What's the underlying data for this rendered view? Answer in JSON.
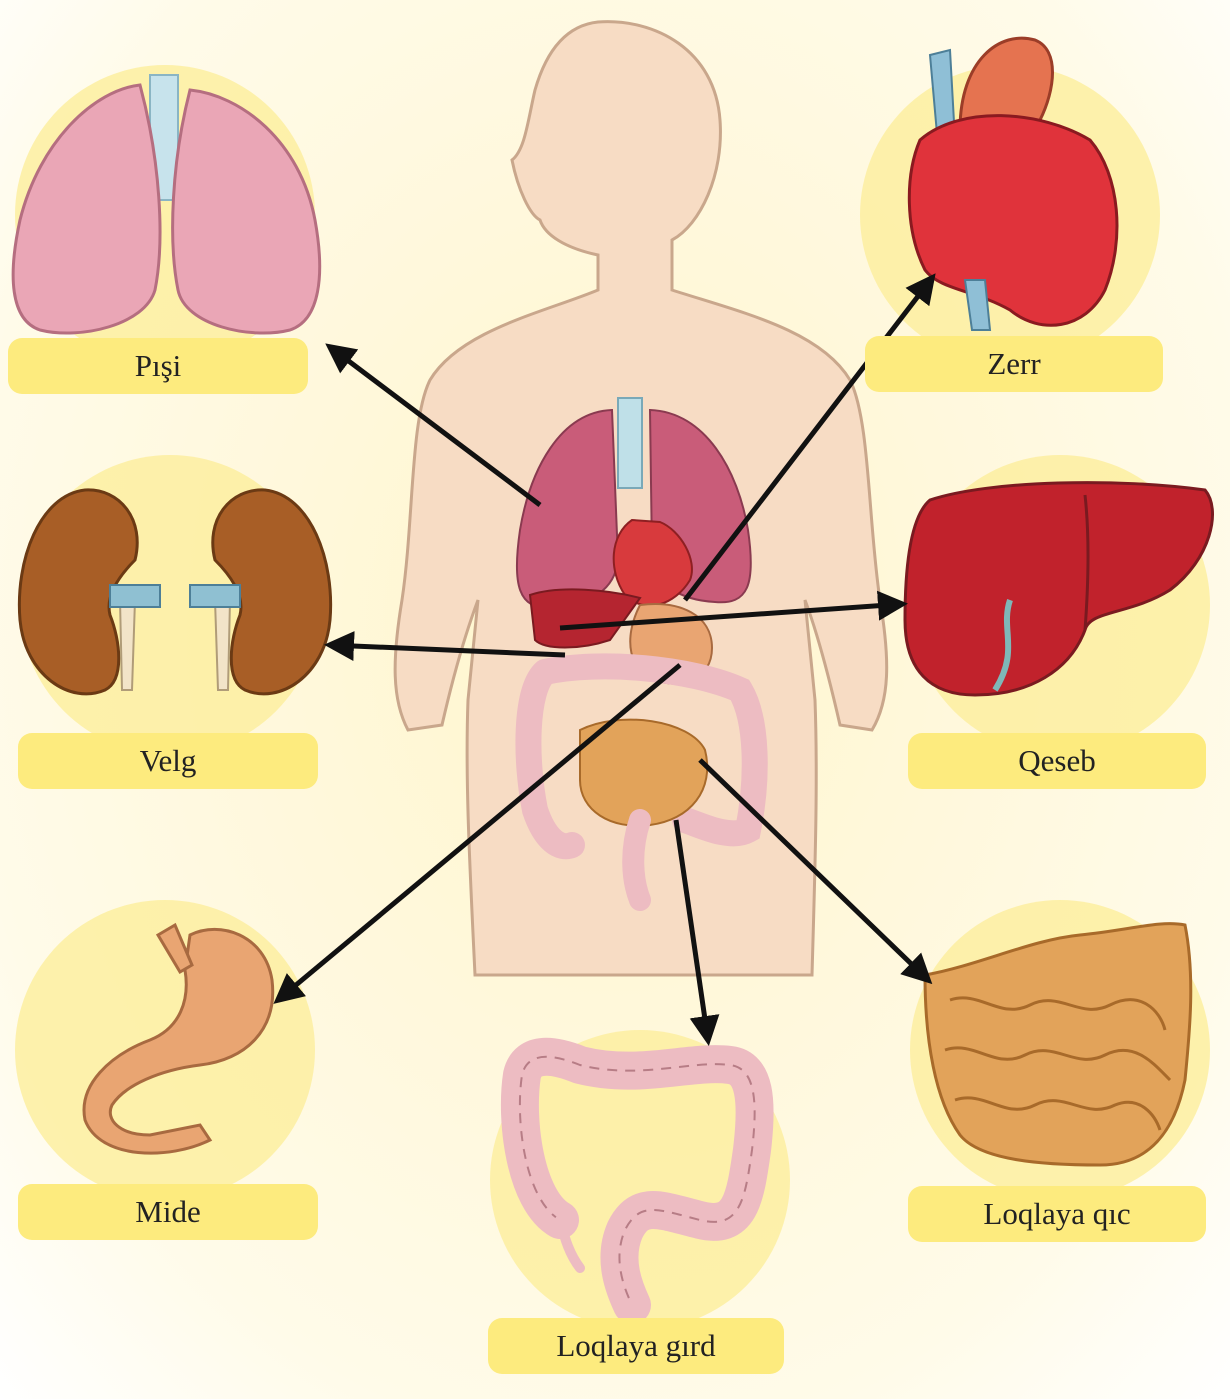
{
  "labels": {
    "lungs": "Pışi",
    "heart": "Zerr",
    "kidneys": "Velg",
    "liver": "Qeseb",
    "stomach": "Mide",
    "small_intestine": "Loqlaya qıc",
    "large_intestine": "Loqlaya gırd"
  },
  "colors": {
    "label_background": "#fdeb7e",
    "halo": "#fdeea0",
    "arrow": "#111111",
    "skin": "#f7dcc4",
    "lung": "#e8a3b0",
    "heart": "#d62c34",
    "liver": "#c1222c",
    "kidney": "#a85e26",
    "stomach": "#e9a572",
    "intestine": "#edbcc2",
    "small_intestine": "#e2a35a"
  }
}
